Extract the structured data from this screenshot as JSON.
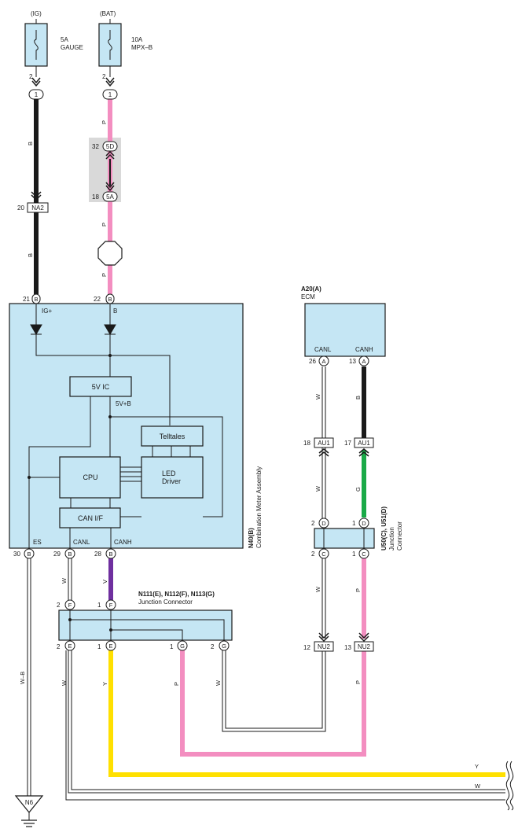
{
  "fuses": {
    "ig": {
      "source": "(IG)",
      "rating": "5A",
      "name": "GAUGE",
      "pin": "2",
      "conn": "1"
    },
    "bat": {
      "source": "(BAT)",
      "rating": "10A",
      "name": "MPX–B",
      "pin": "2",
      "conn": "1"
    }
  },
  "inline_connectors": {
    "g5d": {
      "pin": "32",
      "id": "5D"
    },
    "g5a": {
      "pin": "18",
      "id": "5A"
    },
    "na2": {
      "pin": "20",
      "id": "NA2"
    },
    "au1_l": {
      "pin": "18",
      "id": "AU1"
    },
    "au1_h": {
      "pin": "17",
      "id": "AU1"
    },
    "nu2_l": {
      "pin": "12",
      "id": "NU2"
    },
    "nu2_h": {
      "pin": "13",
      "id": "NU2"
    }
  },
  "meter": {
    "code": "N40(B)",
    "name": "Combination Meter Assembly",
    "labels": {
      "ig": "IG+",
      "b": "B",
      "es": "ES",
      "canl": "CANL",
      "canh": "CANH"
    },
    "blocks": {
      "v5ic": "5V IC",
      "v5b": "5V+B",
      "telltales": "Telltales",
      "cpu": "CPU",
      "led1": "LED",
      "led2": "Driver",
      "canif": "CAN I/F"
    },
    "pins": {
      "ig": "21",
      "b": "22",
      "es": "30",
      "canl": "29",
      "canh": "28"
    },
    "conn": "B"
  },
  "ecm": {
    "code": "A20(A)",
    "name": "ECM",
    "labels": {
      "canl": "CANL",
      "canh": "CANH"
    },
    "pins": {
      "canl": "26",
      "canh": "13"
    },
    "conn": "A"
  },
  "junction_right": {
    "code": "U50(C), U51(D)",
    "name1": "Junction",
    "name2": "Connector",
    "pins": {
      "d1": "2",
      "d2": "1",
      "c1": "2",
      "c2": "1"
    },
    "conns": {
      "d": "D",
      "c": "C"
    }
  },
  "junction_left": {
    "code": "N111(E), N112(F), N113(G)",
    "name": "Junction Connector",
    "pins": {
      "f1": "2",
      "f2": "1",
      "e1": "2",
      "e2": "1",
      "g1": "1",
      "g2": "2"
    },
    "conns": {
      "f": "F",
      "e": "E",
      "g": "G"
    }
  },
  "ground": {
    "id": "N6"
  },
  "wires": {
    "b1": "B",
    "b2": "B",
    "p1": "P",
    "p2": "P",
    "p3": "P",
    "wb": "W–B",
    "w_canl": "W",
    "v_canh": "V",
    "w_e2": "W",
    "y_e1": "Y",
    "p_g1": "P",
    "w_g2": "W",
    "w_ecm1": "W",
    "b_ecm": "B",
    "w_au": "W",
    "g_au": "G",
    "w_jc": "W",
    "p_jc": "P",
    "p_nu": "P",
    "y_end": "Y",
    "w_end": "W"
  },
  "colors": {
    "B": "#1a1a1a",
    "P": "#f38ec0",
    "Y": "#ffe000",
    "G": "#1aaa48",
    "V": "#6f2f9f",
    "W": "#ffffff",
    "WB": "#ffffff",
    "block": "#c5e6f4",
    "shade": "#d9d9d9"
  }
}
